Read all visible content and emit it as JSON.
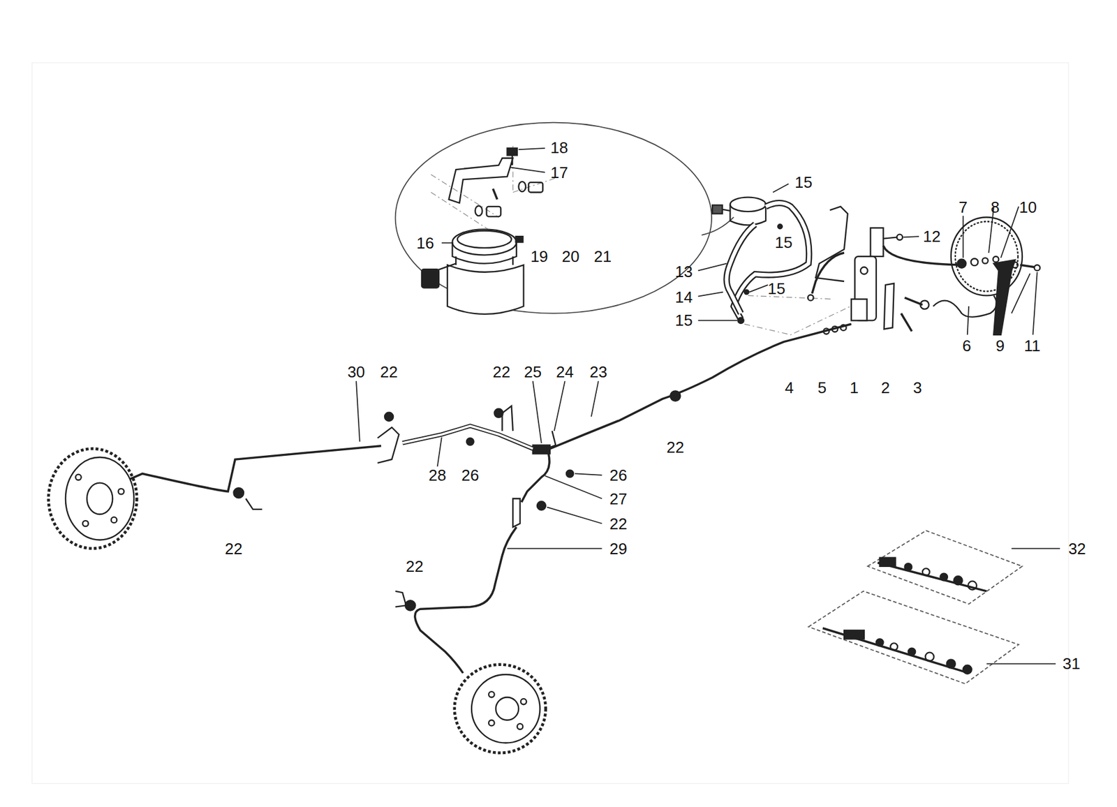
{
  "diagram": {
    "labels": [
      "18",
      "17",
      "15",
      "7",
      "8",
      "10",
      "15",
      "12",
      "16",
      "19",
      "20",
      "21",
      "13",
      "15",
      "14",
      "15",
      "6",
      "9",
      "11",
      "4",
      "5",
      "1",
      "2",
      "3",
      "30",
      "22",
      "22",
      "25",
      "24",
      "23",
      "22",
      "28",
      "26",
      "26",
      "27",
      "22",
      "22",
      "29",
      "32",
      "22",
      "31"
    ]
  }
}
